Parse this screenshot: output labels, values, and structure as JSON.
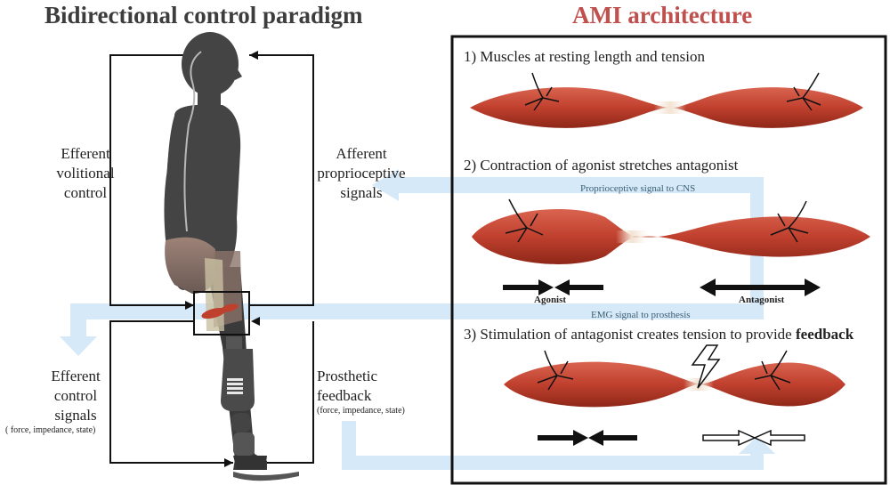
{
  "titles": {
    "left": "Bidirectional control paradigm",
    "right": "AMI architecture"
  },
  "labels": {
    "efferent_volitional": [
      "Efferent",
      "volitional",
      "control"
    ],
    "afferent_proprioceptive": [
      "Afferent",
      "proprioceptive",
      "signals"
    ],
    "efferent_control": [
      "Efferent",
      "control",
      "signals"
    ],
    "efferent_control_detail": "( force, impedance, state)",
    "prosthetic_feedback": [
      "Prosthetic",
      "feedback"
    ],
    "prosthetic_feedback_detail": "(force, impedance, state)"
  },
  "ami": {
    "step1": "1) Muscles at resting length and tension",
    "step2": "2) Contraction of agonist stretches antagonist",
    "step3_prefix": "3) Stimulation of antagonist creates tension to provide ",
    "step3_bold": "feedback",
    "proprioceptive_signal": "Proprioceptive signal to CNS",
    "emg_signal": "EMG signal to prosthesis",
    "agonist": "Agonist",
    "antagonist": "Antagonist"
  },
  "colors": {
    "muscle": "#c0402e",
    "muscle_dark": "#8e2718",
    "tendon": "#f1e0cf",
    "signal_flow": "#d6e9f8",
    "body": "#444444",
    "title_red": "#c0504d"
  }
}
